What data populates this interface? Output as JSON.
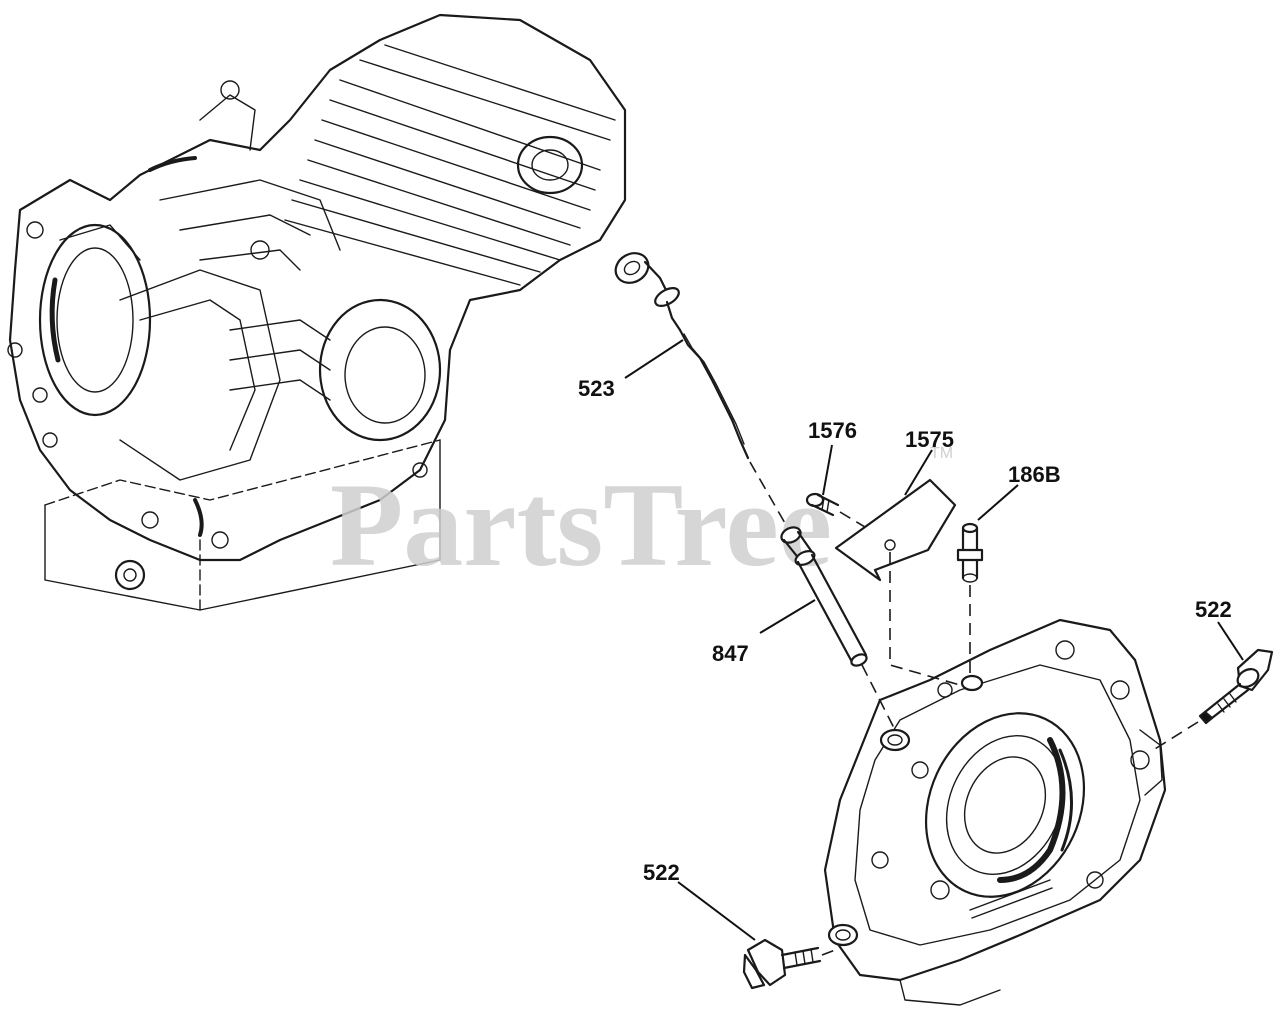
{
  "watermark": {
    "text": "PartsTree",
    "tm": "TM"
  },
  "callouts": [
    {
      "id": "523",
      "text": "523"
    },
    {
      "id": "1576",
      "text": "1576"
    },
    {
      "id": "1575",
      "text": "1575"
    },
    {
      "id": "186B",
      "text": "186B"
    },
    {
      "id": "847",
      "text": "847"
    },
    {
      "id": "522-right",
      "text": "522"
    },
    {
      "id": "522-bottom",
      "text": "522"
    }
  ],
  "colors": {
    "line": "#1a1a1a",
    "watermark": "#cfcfcf",
    "background": "#ffffff"
  }
}
